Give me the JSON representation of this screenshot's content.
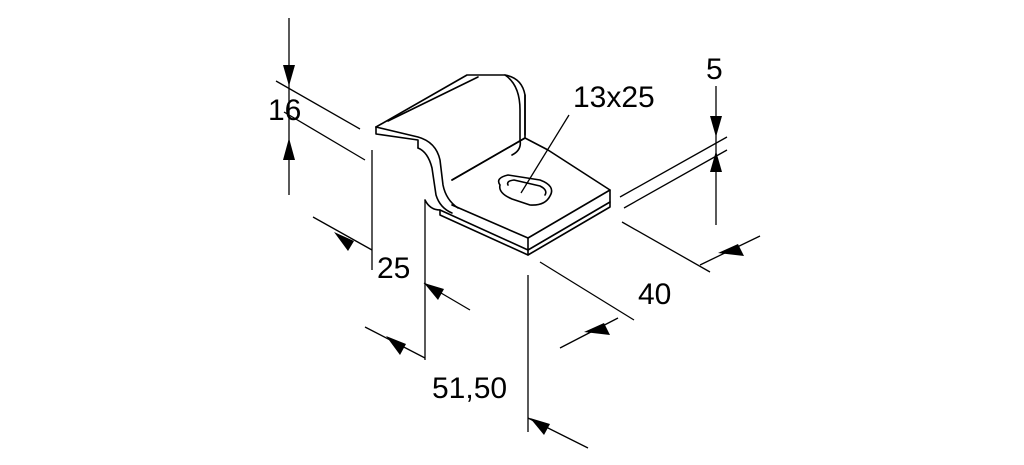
{
  "dimensions": {
    "height": "16",
    "hole": "13x25",
    "thickness": "5",
    "width": "25",
    "depth": "40",
    "length": "51,50"
  },
  "colors": {
    "line": "#000000",
    "background": "#ffffff"
  }
}
